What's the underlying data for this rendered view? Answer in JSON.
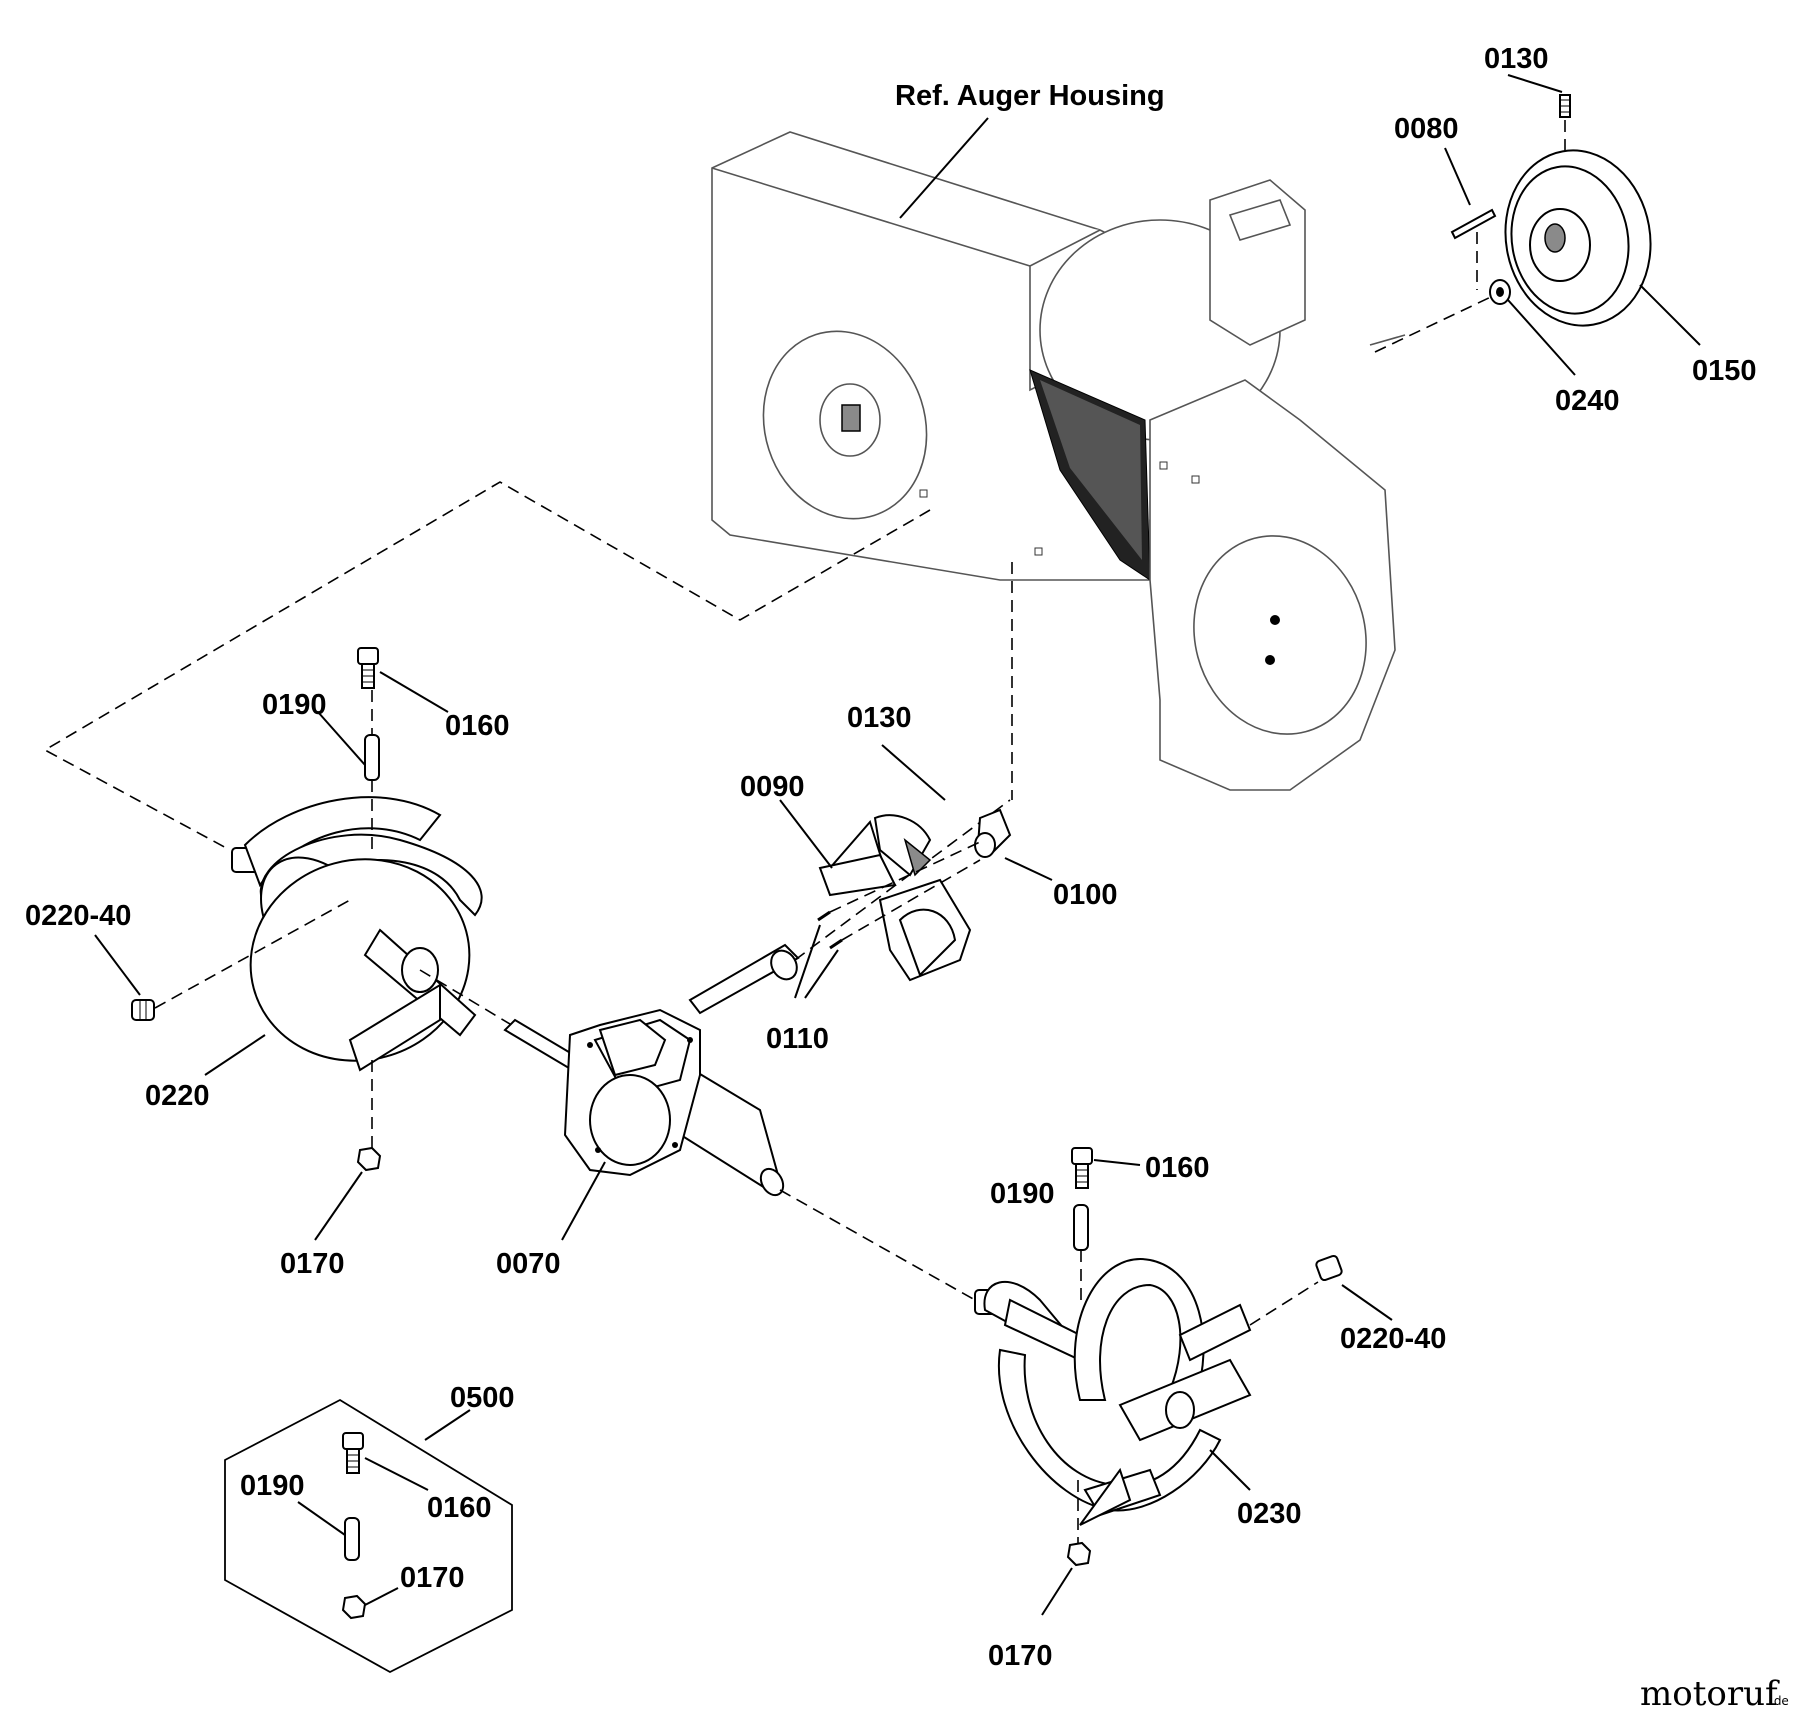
{
  "diagram": {
    "reference_label": "Ref. Auger Housing",
    "parts": {
      "p0130_top": "0130",
      "p0080": "0080",
      "p0150": "0150",
      "p0240": "0240",
      "p0190_left": "0190",
      "p0160_left": "0160",
      "p0130_mid": "0130",
      "p0090": "0090",
      "p0100": "0100",
      "p0220_40_left": "0220-40",
      "p0110": "0110",
      "p0220": "0220",
      "p0170_left": "0170",
      "p0070": "0070",
      "p0160_right": "0160",
      "p0190_right": "0190",
      "p0220_40_right": "0220-40",
      "p0230": "0230",
      "p0500": "0500",
      "p0190_kit": "0190",
      "p0160_kit": "0160",
      "p0170_kit": "0170",
      "p0170_right": "0170"
    }
  },
  "watermark": {
    "brand": "motoruf",
    "suffix": ".de"
  }
}
